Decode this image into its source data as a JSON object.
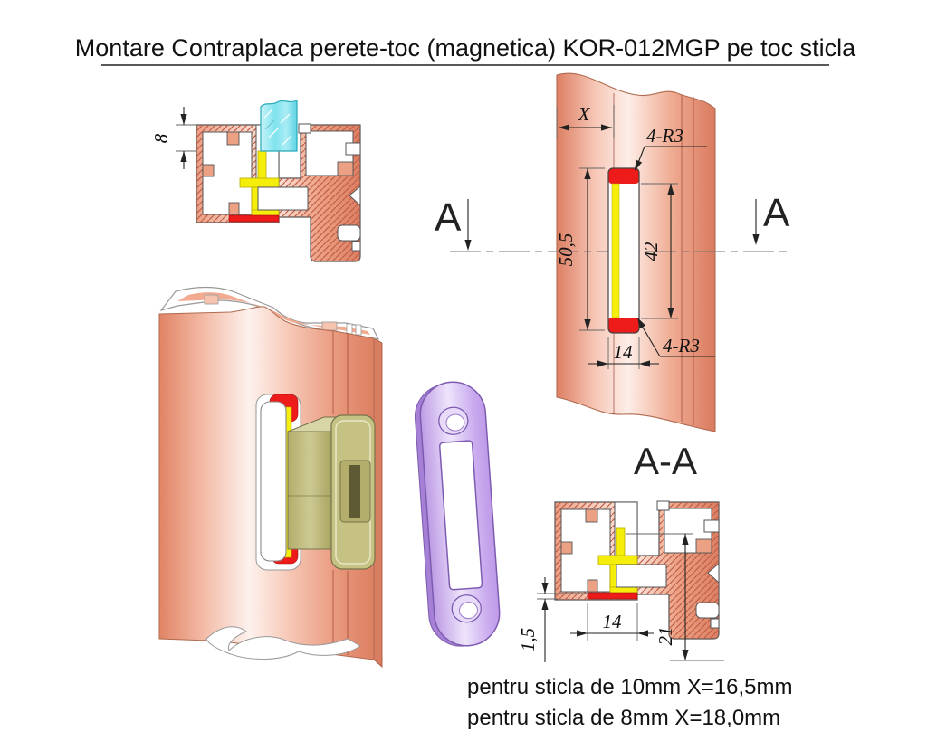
{
  "title": "Montare Contraplaca perete-toc (magnetica) KOR-012MGP pe toc sticla",
  "views": {
    "detail_top": {
      "dim_glass_offset": "8"
    },
    "front": {
      "dim_x": "X",
      "radius_top": "4-R3",
      "radius_bottom": "4-R3",
      "dim_total": "50,5",
      "dim_inner": "42",
      "dim_width": "14",
      "marker_left": "A",
      "marker_right": "A"
    },
    "section": {
      "name": "A-A",
      "dim_magnet": "1,5",
      "dim_width": "14",
      "dim_depth": "21"
    }
  },
  "notes": {
    "line1": "pentru sticla de 10mm X=16,5mm",
    "line2": "pentru sticla de 8mm X=18,0mm"
  },
  "colors": {
    "profile_salmon": "#eda184",
    "hatch": "#c05f48",
    "magnet_red": "#ee1b1b",
    "bracket_yellow": "#f5ee0b",
    "glass_cyan": "#8ce8f2",
    "latch_olive": "#b3ae6b",
    "plate_purple": "#c9a8ef",
    "line": "#333333"
  }
}
